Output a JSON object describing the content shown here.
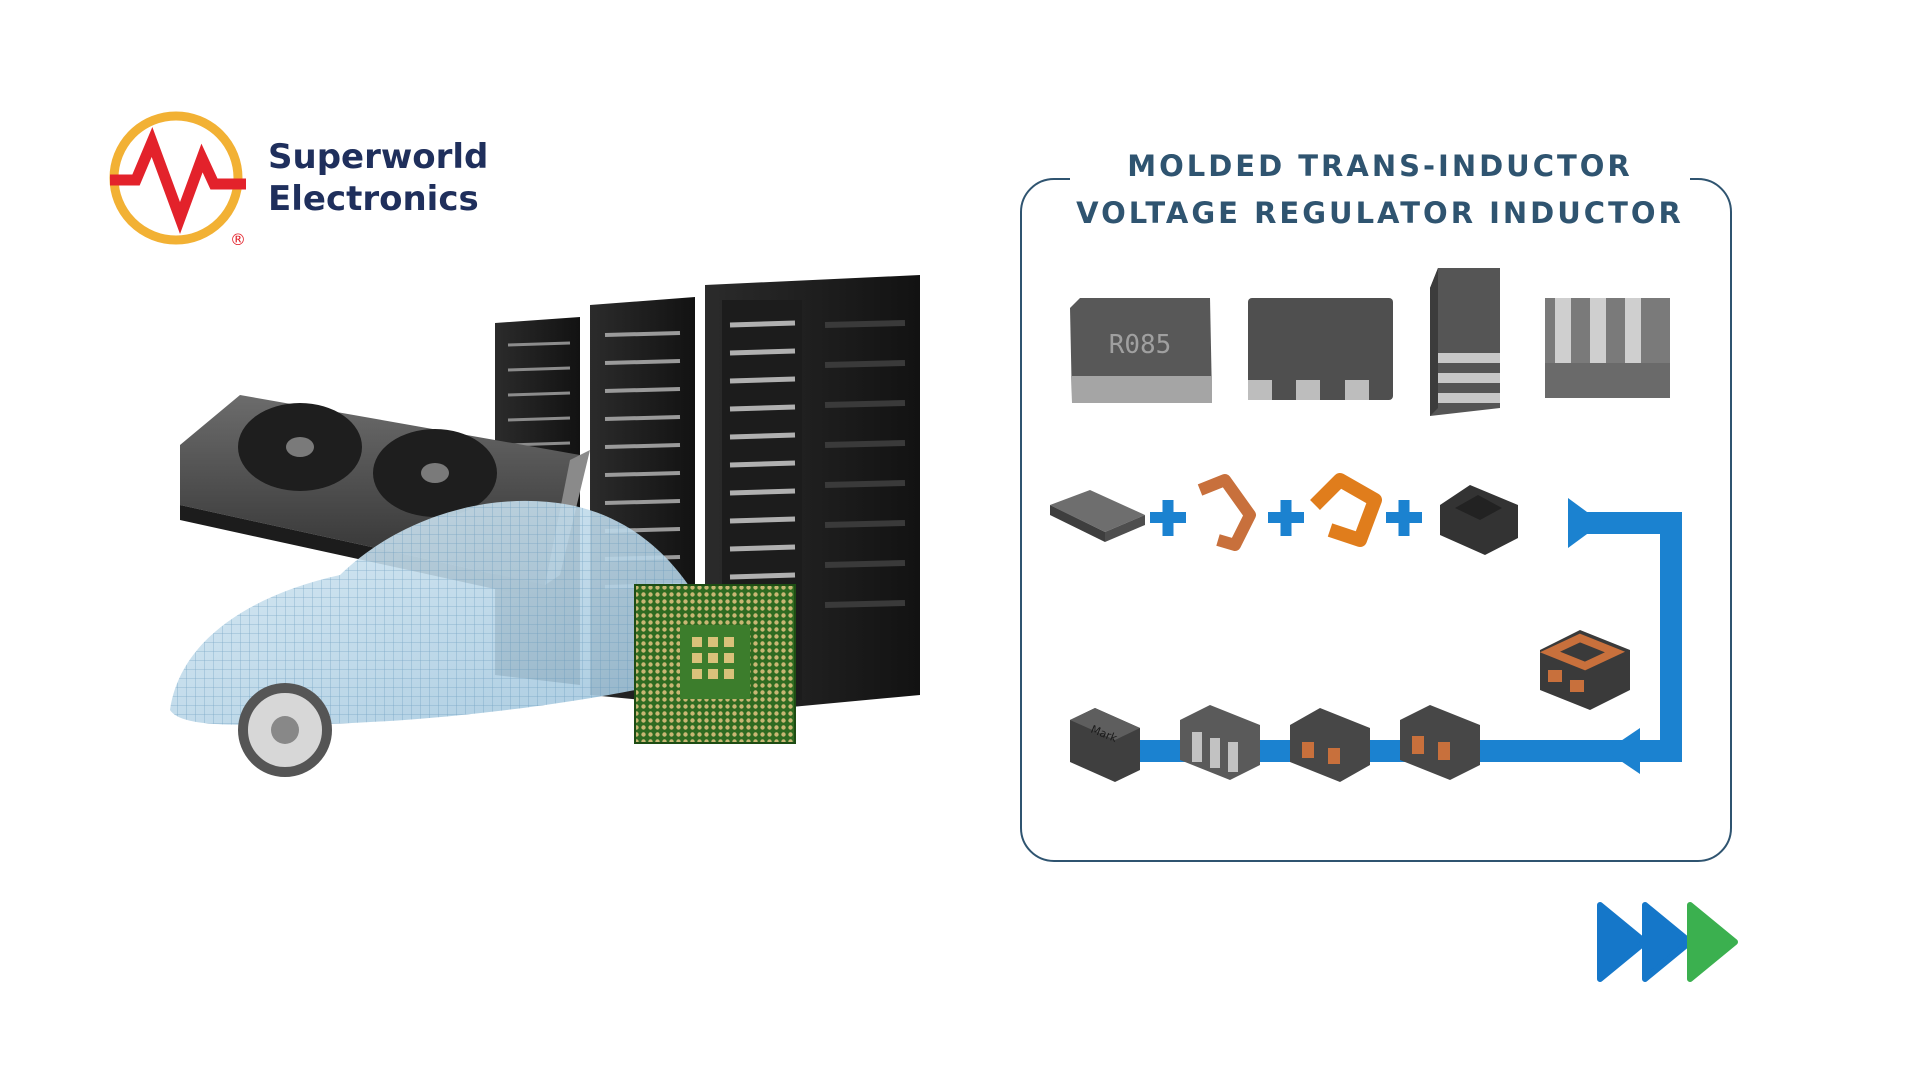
{
  "brand": {
    "name_line1": "Superworld",
    "name_line2": "Electronics",
    "registered": "®",
    "ring_color": "#f2b134",
    "wave_color": "#e3222b",
    "text_color": "#1f2f5c"
  },
  "panel": {
    "title_line1": "MOLDED TRANS-INDUCTOR",
    "title_line2": "VOLTAGE REGULATOR INDUCTOR",
    "border_color": "#2f5470",
    "product_marking": "R085",
    "chip_marking": "Mark",
    "flow_color": "#1b82d0",
    "copper_color": "#c8703c",
    "orange_color": "#e07d1c"
  },
  "icons": {
    "collage": "server-gpu-car-cpu-collage",
    "next": "triple-chevron-right-icon"
  },
  "accent": {
    "blue": "#1577c9",
    "green": "#3bb04f"
  }
}
